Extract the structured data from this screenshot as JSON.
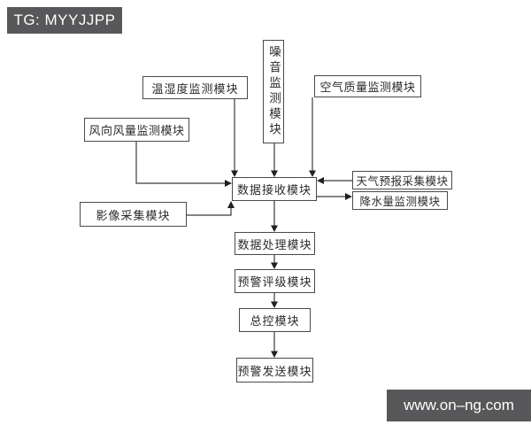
{
  "page": {
    "tg_label": "TG: MYYJJPP",
    "watermark": "www.on–ng.com",
    "colors": {
      "label_bg": "#58585a",
      "label_text": "#ffffff",
      "line": "#3b3b3b",
      "box_border": "#4a4a4a",
      "box_bg": "#ffffff",
      "box_text": "#2b2b2b",
      "canvas_bg": "#ffffff"
    }
  },
  "diagram": {
    "title": "",
    "nodes": {
      "noise": {
        "label": "噪音监测模块",
        "orientation": "vertical"
      },
      "temp_humidity": {
        "label": "温湿度监测模块",
        "orientation": "horizontal"
      },
      "air_quality": {
        "label": "空气质量监测模块",
        "orientation": "horizontal"
      },
      "wind": {
        "label": "风向风量监测模块",
        "orientation": "horizontal"
      },
      "data_receive": {
        "label": "数据接收模块",
        "orientation": "horizontal"
      },
      "weather_forecast": {
        "label": "天气预报采集模块",
        "orientation": "horizontal"
      },
      "precipitation": {
        "label": "降水量监测模块",
        "orientation": "horizontal"
      },
      "image_capture": {
        "label": "影像采集模块",
        "orientation": "horizontal"
      },
      "data_process": {
        "label": "数据处理模块",
        "orientation": "horizontal"
      },
      "warning_rating": {
        "label": "预警评级模块",
        "orientation": "horizontal"
      },
      "main_control": {
        "label": "总控模块",
        "orientation": "horizontal"
      },
      "warning_send": {
        "label": "预警发送模块",
        "orientation": "horizontal"
      }
    },
    "edges": [
      {
        "from": "温湿度监测模块",
        "to": "数据接收模块",
        "enters": "top"
      },
      {
        "from": "噪音监测模块",
        "to": "数据接收模块",
        "enters": "top"
      },
      {
        "from": "空气质量监测模块",
        "to": "数据接收模块",
        "enters": "top"
      },
      {
        "from": "风向风量监测模块",
        "to": "数据接收模块",
        "enters": "left"
      },
      {
        "from": "天气预报采集模块",
        "to": "数据接收模块",
        "enters": "right"
      },
      {
        "from": "数据接收模块",
        "to": "降水量监测模块",
        "enters": "left"
      },
      {
        "from": "影像采集模块",
        "to": "数据接收模块",
        "enters": "bottom"
      },
      {
        "from": "数据接收模块",
        "to": "数据处理模块",
        "enters": "top"
      },
      {
        "from": "数据处理模块",
        "to": "预警评级模块",
        "enters": "top"
      },
      {
        "from": "预警评级模块",
        "to": "总控模块",
        "enters": "top"
      },
      {
        "from": "总控模块",
        "to": "预警发送模块",
        "enters": "top"
      }
    ]
  }
}
